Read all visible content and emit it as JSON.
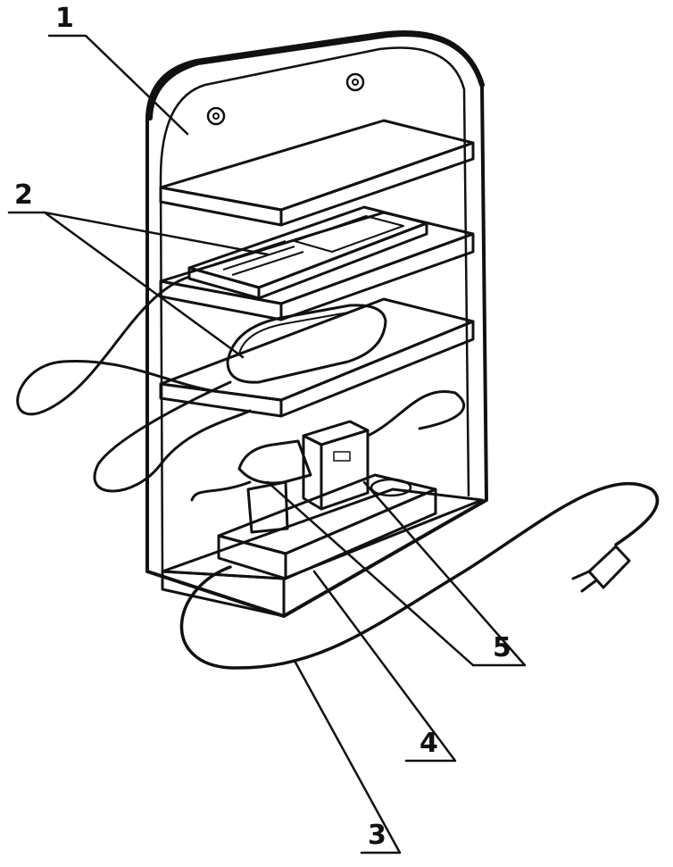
{
  "labels": [
    {
      "id": "1",
      "text": "1",
      "part": "wall-panel"
    },
    {
      "id": "2",
      "text": "2",
      "part": "chargeable-devices"
    },
    {
      "id": "3",
      "text": "3",
      "part": "power-cord"
    },
    {
      "id": "4",
      "text": "4",
      "part": "power-strip"
    },
    {
      "id": "5",
      "text": "5",
      "part": "chargers"
    }
  ]
}
